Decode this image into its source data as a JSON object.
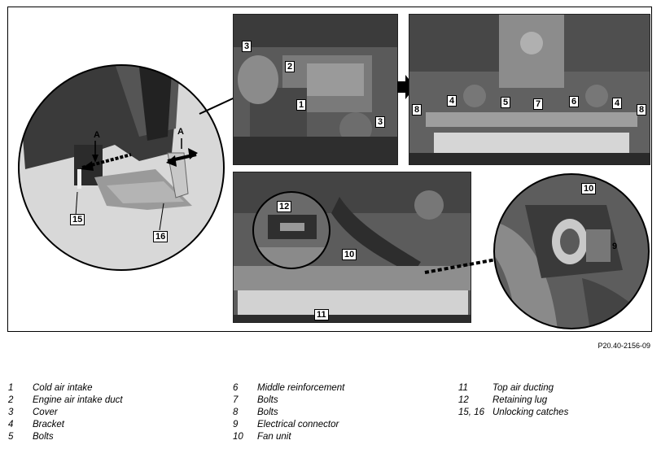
{
  "figure_code": "P20.40-2156-09",
  "callouts": {
    "detail_left": [
      "A",
      "A",
      "15",
      "16"
    ],
    "top_left": [
      "3",
      "2",
      "1",
      "3"
    ],
    "top_right": [
      "8",
      "4",
      "5",
      "7",
      "6",
      "4",
      "8"
    ],
    "bottom": [
      "12",
      "10",
      "11"
    ],
    "detail_right": [
      "10",
      "9"
    ]
  },
  "legend": [
    [
      {
        "num": "1",
        "text": "Cold air intake"
      },
      {
        "num": "2",
        "text": "Engine air intake duct"
      },
      {
        "num": "3",
        "text": "Cover"
      },
      {
        "num": "4",
        "text": "Bracket"
      },
      {
        "num": "5",
        "text": "Bolts"
      }
    ],
    [
      {
        "num": "6",
        "text": "Middle reinforcement"
      },
      {
        "num": "7",
        "text": "Bolts"
      },
      {
        "num": "8",
        "text": "Bolts"
      },
      {
        "num": "9",
        "text": "Electrical connector"
      },
      {
        "num": "10",
        "text": "Fan unit"
      }
    ],
    [
      {
        "num": "11",
        "text": "Top air ducting"
      },
      {
        "num": "12",
        "text": "Retaining lug"
      },
      {
        "num": "15, 16",
        "text": "Unlocking catches"
      }
    ]
  ]
}
